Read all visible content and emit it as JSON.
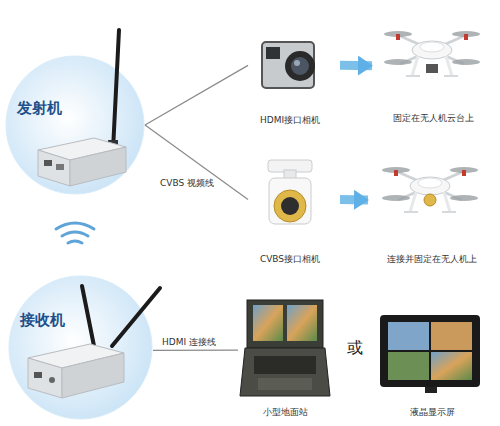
{
  "diagram": {
    "nodes": [
      {
        "text": [
          "发射机"
        ]
      },
      {
        "text": [
          "HDMI接口相机"
        ]
      },
      {
        "text": [
          "固定在无人机云台上"
        ]
      },
      {
        "text": [
          "CVBS接口相机"
        ]
      },
      {
        "text": [
          "连接并固定在无人机上"
        ]
      },
      {
        "text": [
          "接收机"
        ]
      },
      {
        "text": [
          "小型地面站"
        ]
      },
      {
        "text": [
          "液晶显示屏"
        ]
      }
    ],
    "edges": [
      {
        "from": 0,
        "to": 1,
        "arrow": "none"
      },
      {
        "from": 1,
        "to": 2,
        "arrow": "to"
      },
      {
        "from": 0,
        "to": 3,
        "arrow": "none",
        "label": "CVBS 视频线"
      },
      {
        "from": 3,
        "to": 4,
        "arrow": "to"
      },
      {
        "from": 5,
        "to": 6,
        "arrow": "none",
        "label": "HDMI 连接线"
      }
    ],
    "labels": [
      "或"
    ]
  }
}
